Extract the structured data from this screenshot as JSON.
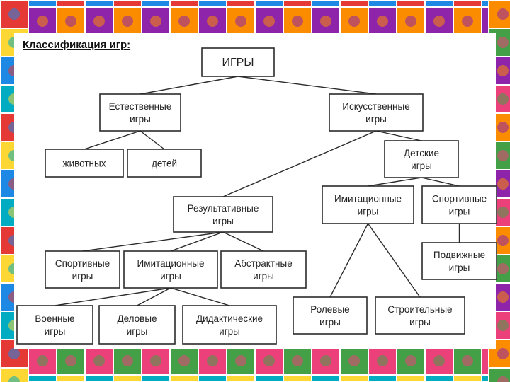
{
  "slide": {
    "title": "Классификация игр:",
    "frame_colors": [
      "#e53935",
      "#fb8c00",
      "#fdd835",
      "#43a047",
      "#1e88e5",
      "#8e24aa",
      "#00acc1",
      "#ec407a"
    ]
  },
  "diagram": {
    "nodes": [
      {
        "id": "games",
        "lines": [
          "ИГРЫ"
        ]
      },
      {
        "id": "natural",
        "lines": [
          "Естественные",
          "игры"
        ]
      },
      {
        "id": "artificial",
        "lines": [
          "Искусственные",
          "игры"
        ]
      },
      {
        "id": "animals",
        "lines": [
          "животных"
        ]
      },
      {
        "id": "children",
        "lines": [
          "детей"
        ]
      },
      {
        "id": "kids",
        "lines": [
          "Детские",
          "игры"
        ]
      },
      {
        "id": "result",
        "lines": [
          "Результативные",
          "игры"
        ]
      },
      {
        "id": "imit2",
        "lines": [
          "Имитационные",
          "игры"
        ]
      },
      {
        "id": "sport2",
        "lines": [
          "Спортивные",
          "игры"
        ]
      },
      {
        "id": "sport1",
        "lines": [
          "Спортивные",
          "игры"
        ]
      },
      {
        "id": "imit1",
        "lines": [
          "Имитационные",
          "игры"
        ]
      },
      {
        "id": "abstract",
        "lines": [
          "Абстрактные",
          "игры"
        ]
      },
      {
        "id": "mobile",
        "lines": [
          "Подвижные",
          "игры"
        ]
      },
      {
        "id": "military",
        "lines": [
          "Военные",
          "игры"
        ]
      },
      {
        "id": "business",
        "lines": [
          "Деловые",
          "игры"
        ]
      },
      {
        "id": "didactic",
        "lines": [
          "Дидактические",
          "игры"
        ]
      },
      {
        "id": "role",
        "lines": [
          "Ролевые",
          "игры"
        ]
      },
      {
        "id": "construct",
        "lines": [
          "Строительные",
          "игры"
        ]
      }
    ],
    "edges": [
      [
        "games",
        "natural"
      ],
      [
        "games",
        "artificial"
      ],
      [
        "natural",
        "animals"
      ],
      [
        "natural",
        "children"
      ],
      [
        "artificial",
        "kids"
      ],
      [
        "artificial",
        "result"
      ],
      [
        "kids",
        "imit2"
      ],
      [
        "kids",
        "sport2"
      ],
      [
        "result",
        "sport1"
      ],
      [
        "result",
        "imit1"
      ],
      [
        "result",
        "abstract"
      ],
      [
        "sport2",
        "mobile"
      ],
      [
        "imit1",
        "military"
      ],
      [
        "imit1",
        "business"
      ],
      [
        "imit1",
        "didactic"
      ],
      [
        "imit2",
        "role"
      ],
      [
        "imit2",
        "construct"
      ]
    ]
  }
}
